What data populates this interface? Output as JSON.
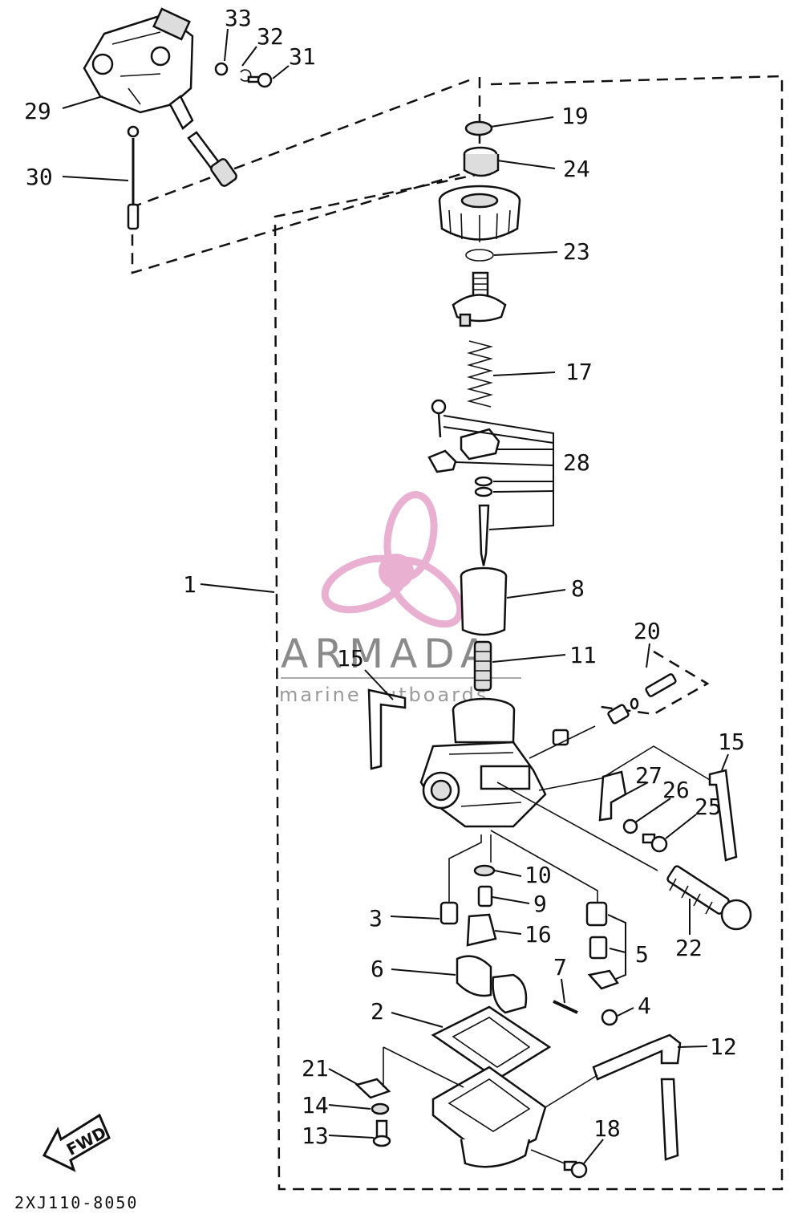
{
  "diagram_code": "2XJ110-8050",
  "fwd_label": "FWD",
  "watermark": {
    "brand": "ARMADA",
    "tagline": "marine outboards",
    "color": "#e6a3c9"
  },
  "callouts": [
    {
      "id": "c33",
      "text": "33"
    },
    {
      "id": "c32",
      "text": "32"
    },
    {
      "id": "c31",
      "text": "31"
    },
    {
      "id": "c29",
      "text": "29"
    },
    {
      "id": "c30",
      "text": "30"
    },
    {
      "id": "c19",
      "text": "19"
    },
    {
      "id": "c24",
      "text": "24"
    },
    {
      "id": "c23",
      "text": "23"
    },
    {
      "id": "c17",
      "text": "17"
    },
    {
      "id": "c28",
      "text": "28"
    },
    {
      "id": "c1",
      "text": "1"
    },
    {
      "id": "c8",
      "text": "8"
    },
    {
      "id": "c11",
      "text": "11"
    },
    {
      "id": "c20",
      "text": "20"
    },
    {
      "id": "c15a",
      "text": "15"
    },
    {
      "id": "c15b",
      "text": "15"
    },
    {
      "id": "c27",
      "text": "27"
    },
    {
      "id": "c26",
      "text": "26"
    },
    {
      "id": "c25",
      "text": "25"
    },
    {
      "id": "c10",
      "text": "10"
    },
    {
      "id": "c9",
      "text": "9"
    },
    {
      "id": "c3",
      "text": "3"
    },
    {
      "id": "c16",
      "text": "16"
    },
    {
      "id": "c5",
      "text": "5"
    },
    {
      "id": "c22",
      "text": "22"
    },
    {
      "id": "c6",
      "text": "6"
    },
    {
      "id": "c7",
      "text": "7"
    },
    {
      "id": "c4",
      "text": "4"
    },
    {
      "id": "c2",
      "text": "2"
    },
    {
      "id": "c12",
      "text": "12"
    },
    {
      "id": "c21",
      "text": "21"
    },
    {
      "id": "c14",
      "text": "14"
    },
    {
      "id": "c13",
      "text": "13"
    },
    {
      "id": "c18",
      "text": "18"
    }
  ]
}
